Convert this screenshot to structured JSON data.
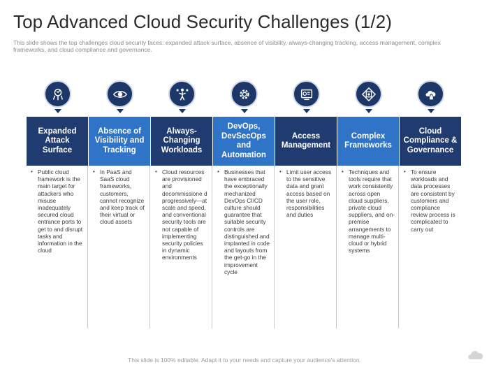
{
  "slide": {
    "title": "Top Advanced Cloud Security Challenges (1/2)",
    "subtitle": "This slide shows the top challenges cloud security faces: expanded attack surface, absence of visibility, always-changing tracking, access management, complex frameworks, and cloud compliance and governance.",
    "footer": "This slide is 100% editable. Adapt it to your needs and capture your audience's attention."
  },
  "colors": {
    "dark": "#1f3b70",
    "light": "#2f74c7",
    "icon_bg": "#1c3768"
  },
  "columns": [
    {
      "icon": "attack-surface-icon",
      "header": "Expanded Attack Surface",
      "bullet": "•",
      "text": "Public cloud framework is the main target for attackers who misuse inadequately secured cloud entrance ports to get to and disrupt tasks and information in the cloud"
    },
    {
      "icon": "eye-icon",
      "header": "Absence of Visibility and Tracking",
      "bullet": "•",
      "text": "In PaaS and SaaS cloud frameworks, customers, cannot recognize and keep track of their virtual or cloud assets"
    },
    {
      "icon": "workload-icon",
      "header": "Always-Changing Workloads",
      "bullet": "•",
      "text": "Cloud resources are provisioned and decommissione d progressively—at scale and speed, and conventional security tools are not capable of implementing security policies in dynamic environments"
    },
    {
      "icon": "gear-icon",
      "header": "DevOps, DevSecOps and Automation",
      "bullet": "•",
      "text": "Businesses that have embraced the exceptionally mechanized DevOps CI/CD culture should guarantee that suitable security controls are distinguished and implanted in code and layouts from the get-go in the improvement cycle"
    },
    {
      "icon": "access-management-icon",
      "header": "Access Management",
      "bullet": "•",
      "text": "Limit user access to the sensitive data and grant access based on the user role, responsibilities and duties"
    },
    {
      "icon": "framework-icon",
      "header": "Complex Frameworks",
      "bullet": "•",
      "text": "Techniques and tools require that work consistently across open cloud suppliers, private cloud suppliers, and on-premise arrangements to manage multi-cloud or hybrid systems"
    },
    {
      "icon": "cloud-lock-icon",
      "header": "Cloud Compliance & Governance",
      "bullet": "•",
      "text": "To ensure workloads and data processes are consistent by customers and compliance review process is complicated to carry out"
    }
  ]
}
